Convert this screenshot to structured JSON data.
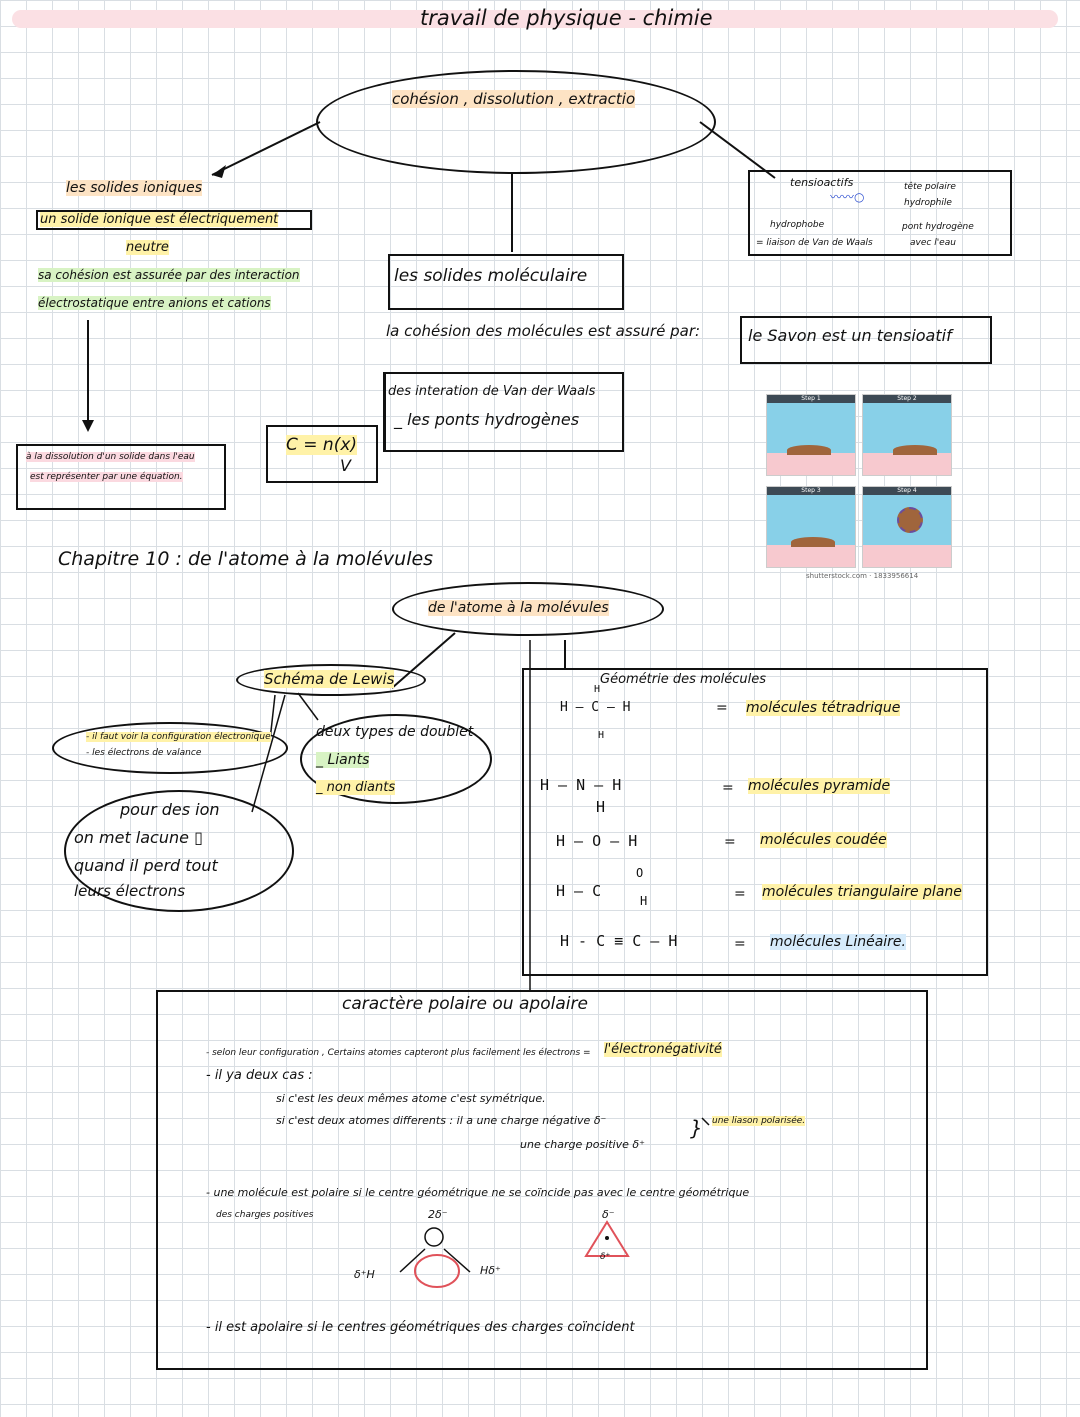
{
  "page_title": "travail de physique - chimie",
  "top_ellipse": "cohésion , dissolution , extractio",
  "ionic": {
    "heading": "les solides ioniques",
    "line1": "un solide ionique est électriquement",
    "line2": "neutre",
    "line3": "sa cohésion est assurée par des interaction",
    "line4": "électrostatique entre anions et cations"
  },
  "dissolution_box": {
    "line1": "à la dissolution d'un solide dans l'eau",
    "line2": "est représenter par une équation."
  },
  "formula": {
    "top": "C = n(x)",
    "bottom": "V"
  },
  "molecular": {
    "box": "les solides moléculaire",
    "cohesion": "la cohésion des molécules est assuré par:",
    "item1": "des interation de Van der Waals",
    "item2": "_ les ponts hydrogènes"
  },
  "tensio": {
    "title": "tensioactifs",
    "hydrophobe": "hydrophobe",
    "liaison": "= liaison de Van de Waals",
    "tete": "tête polaire",
    "hydrophile": "hydrophile",
    "pont": "pont hydrogène",
    "eau": "avec l'eau",
    "savon": "le Savon est un tensioatif"
  },
  "soap_image": {
    "step1": "Step 1",
    "step2": "Step 2",
    "step3": "Step 3",
    "step4": "Step 4",
    "credit": "shutterstock.com · 1833956614"
  },
  "chapter": "Chapitre 10 : de l'atome à la molévules",
  "chapter_ellipse": "de l'atome à la molévules",
  "lewis": {
    "title": "Schéma de Lewis",
    "left1": "- il faut voir la configuration électronique",
    "left2": "- les électrons de valance",
    "doublet_title": "deux types de doublet",
    "doublet1": "_ Liants",
    "doublet2": "_ non diants",
    "ion1": "pour des ion",
    "ion2": "on met lacune ▯",
    "ion3": "quand il perd tout",
    "ion4": "leurs électrons"
  },
  "geometry": {
    "title": "Géométrie des molécules",
    "rows": [
      {
        "formula_top": "H",
        "formula": "H — C — H",
        "formula_bottom": "H",
        "eq": "=",
        "label": "molécules tétradrique"
      },
      {
        "formula_top": "",
        "formula": "H — N — H",
        "formula_bottom": "H",
        "eq": "=",
        "label": "molécules pyramide"
      },
      {
        "formula_top": "",
        "formula": "H — O — H",
        "formula_bottom": "",
        "eq": "=",
        "label": "molécules coudée"
      },
      {
        "formula_top": "O",
        "formula": "H — C",
        "formula_bottom": "H",
        "eq": "=",
        "label": "molécules triangulaire plane"
      },
      {
        "formula_top": "",
        "formula": "H - C ≡ C — H",
        "formula_bottom": "",
        "eq": "=",
        "label": "molécules Linéaire."
      }
    ]
  },
  "polar": {
    "title": "caractère polaire ou apolaire",
    "l1a": "- selon leur configuration , Certains atomes capteront plus facilement les électrons =",
    "l1b": "l'électronégativité",
    "l2": "- il ya deux cas :",
    "l3": "si c'est les deux mêmes atome c'est symétrique.",
    "l4": "si c'est deux atomes differents : il a une charge négative δ⁻",
    "l5": "une charge positive δ⁺",
    "l4b": "une liason polarisée.",
    "l6a": "- une molécule est polaire si le centre géométrique ne se coïncide pas avec le centre géométrique",
    "l6b": "des charges positives",
    "d1": "2δ⁻",
    "d2": "δ⁺H",
    "d3": "Hδ⁺",
    "d4": "δ⁻",
    "d5": "δ⁺",
    "l7": "- il est apolaire si le centres géométriques des charges coïncident"
  }
}
